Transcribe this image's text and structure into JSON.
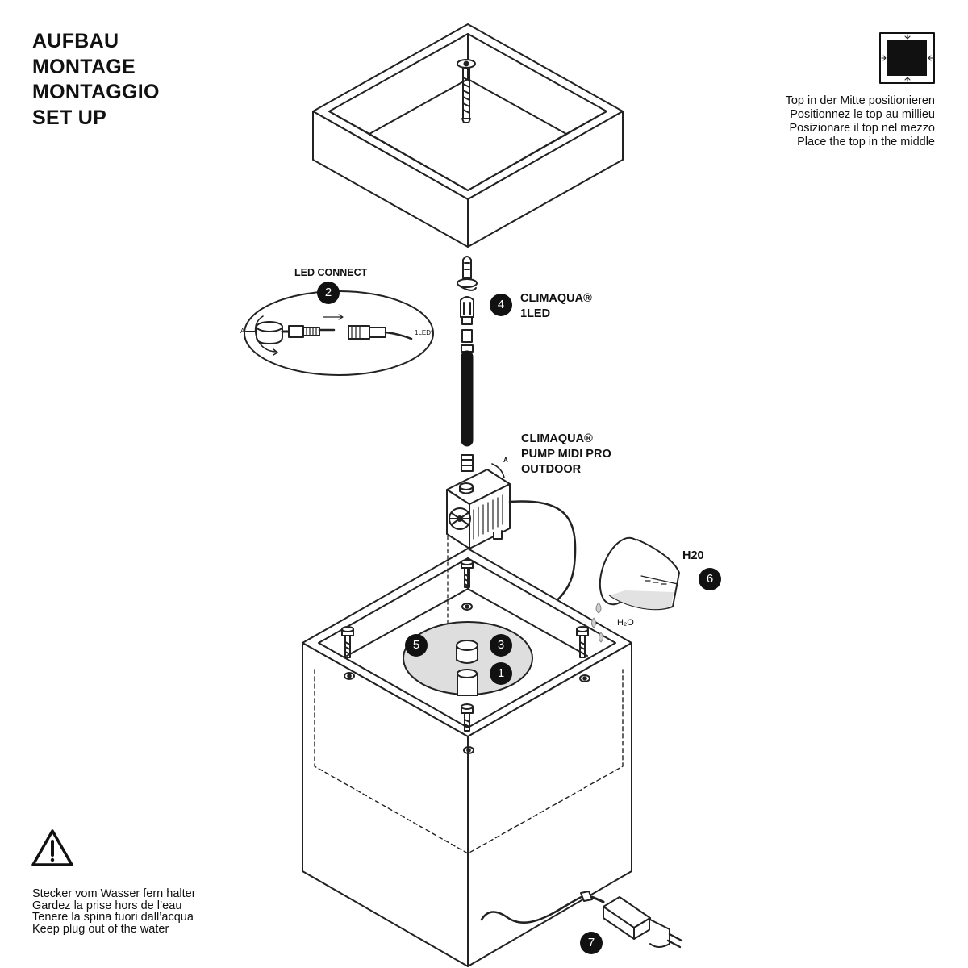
{
  "title": {
    "lines": [
      "AUFBAU",
      "MONTAGE",
      "MONTAGGIO",
      "SET UP"
    ]
  },
  "center_note": {
    "lines": [
      "Top in der Mitte positionieren",
      "Positionnez le top au millieu",
      "Posizionare il top nel mezzo",
      "Place the top in the middle"
    ]
  },
  "warning": {
    "lines": [
      "Stecker vom Wasser fern halten",
      "Gardez la prise hors de l’eau",
      "Tenere la spina fuori dall’acqua",
      "Keep plug out of the water"
    ]
  },
  "led_connect": {
    "label": "LED CONNECT",
    "port_a": "A",
    "port_b": "1LED°"
  },
  "climaqua_led": {
    "lines": [
      "CLIMAQUA®",
      "1LED"
    ]
  },
  "pump": {
    "lines": [
      "CLIMAQUA®",
      "PUMP MIDI PRO",
      "OUTDOOR"
    ],
    "port": "A"
  },
  "water": {
    "label": "H20",
    "chem": "H₂O"
  },
  "steps": [
    "1",
    "2",
    "3",
    "4",
    "5",
    "6",
    "7"
  ]
}
